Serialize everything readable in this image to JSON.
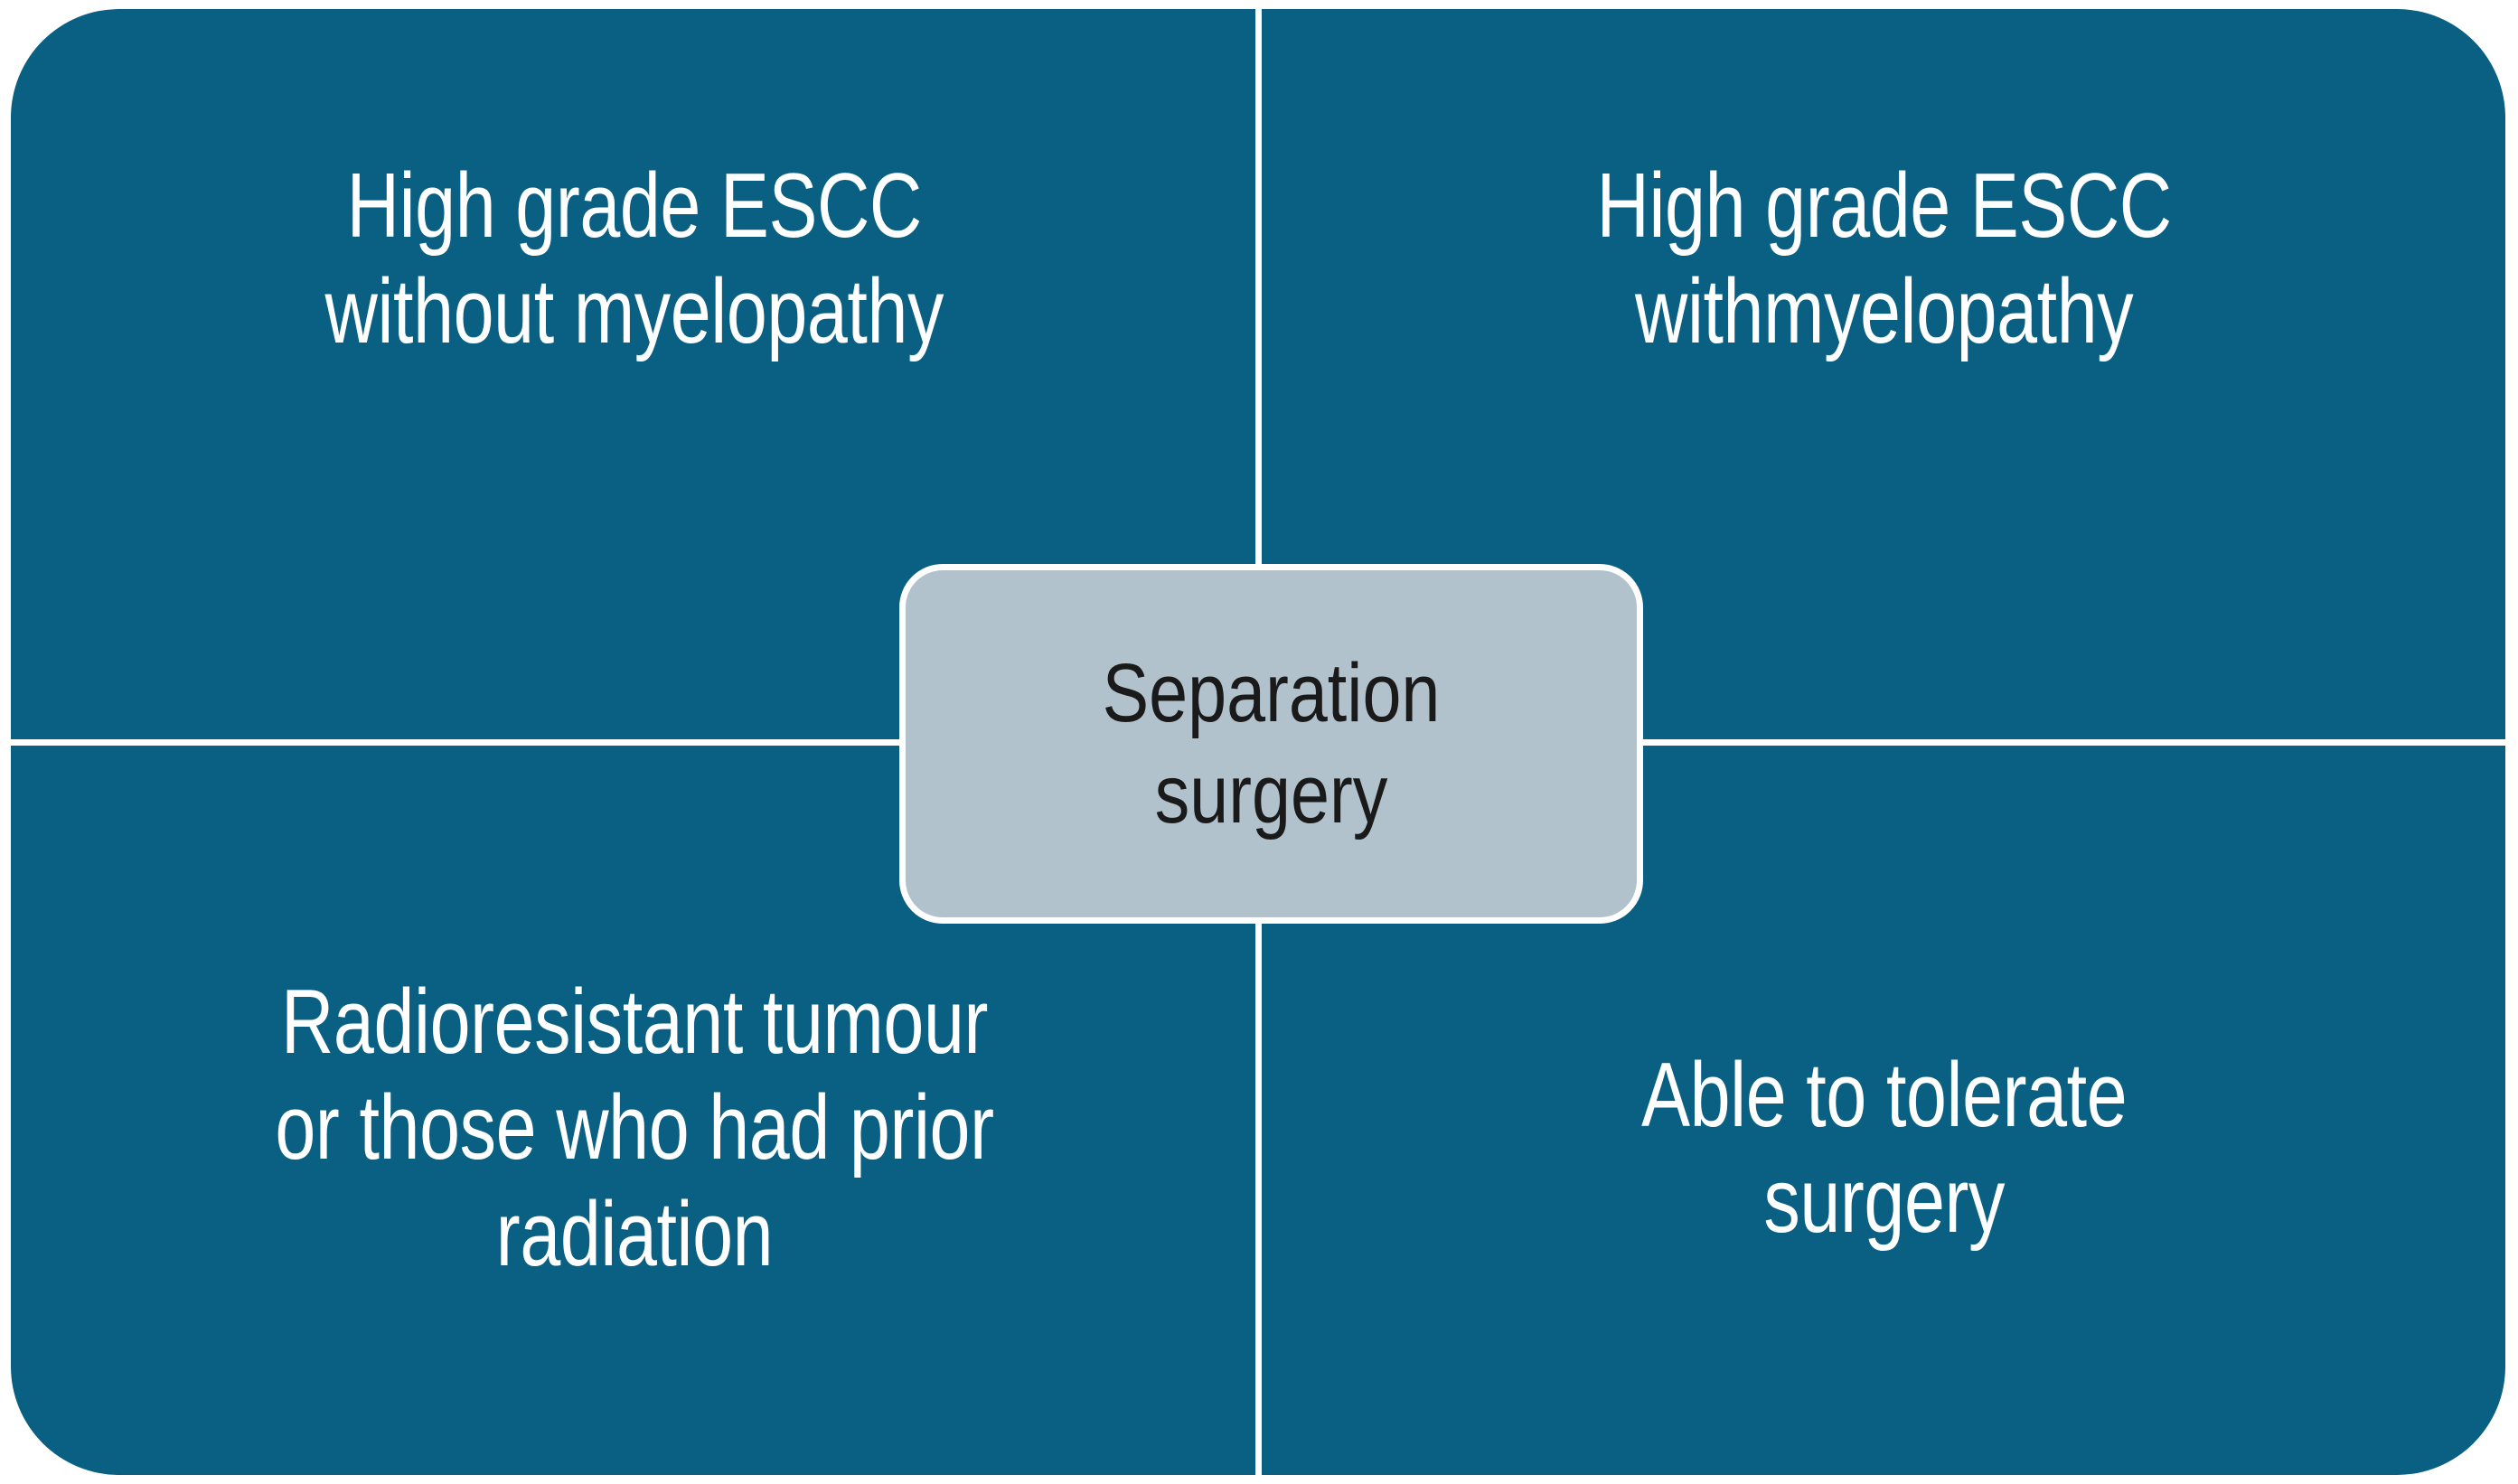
{
  "diagram": {
    "type": "four-quadrant-indication-matrix",
    "colors": {
      "panel_blue": "#0a6083",
      "divider_white": "#ffffff",
      "center_box_fill": "#b2c2cd",
      "center_box_border": "#ffffff",
      "quadrant_text": "#ffffff",
      "center_text": "#1a1a1a"
    },
    "center": {
      "label": "Separation\nsurgery"
    },
    "quadrants": [
      {
        "position": "top-left",
        "label": "High grade ESCC\nwithout myelopathy"
      },
      {
        "position": "top-right",
        "label": "High grade ESCC\nwithmyelopathy"
      },
      {
        "position": "bottom-left",
        "label": "Radioresistant tumour\nor those who had prior\nradiation"
      },
      {
        "position": "bottom-right",
        "label": "Able to tolerate\nsurgery"
      }
    ]
  }
}
